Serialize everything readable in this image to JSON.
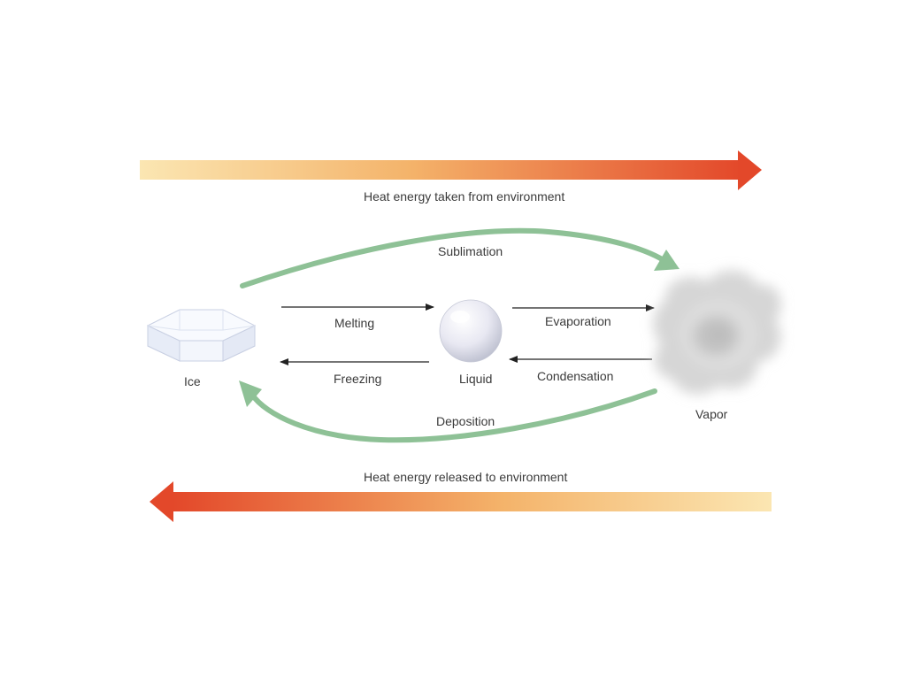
{
  "heat_top": {
    "label": "Heat energy taken from environment",
    "gradient_from": "#fbe6b2",
    "gradient_to": "#e3482a"
  },
  "heat_bottom": {
    "label": "Heat energy released to environment",
    "gradient_from": "#e3482a",
    "gradient_to": "#fbe6b2"
  },
  "states": {
    "ice": "Ice",
    "liquid": "Liquid",
    "vapor": "Vapor"
  },
  "transitions": {
    "melting": "Melting",
    "freezing": "Freezing",
    "evaporation": "Evaporation",
    "condensation": "Condensation",
    "sublimation": "Sublimation",
    "deposition": "Deposition"
  },
  "colors": {
    "curved_arrow": "#8ec196",
    "straight_arrow": "#222222",
    "text": "#3a3a3a"
  }
}
